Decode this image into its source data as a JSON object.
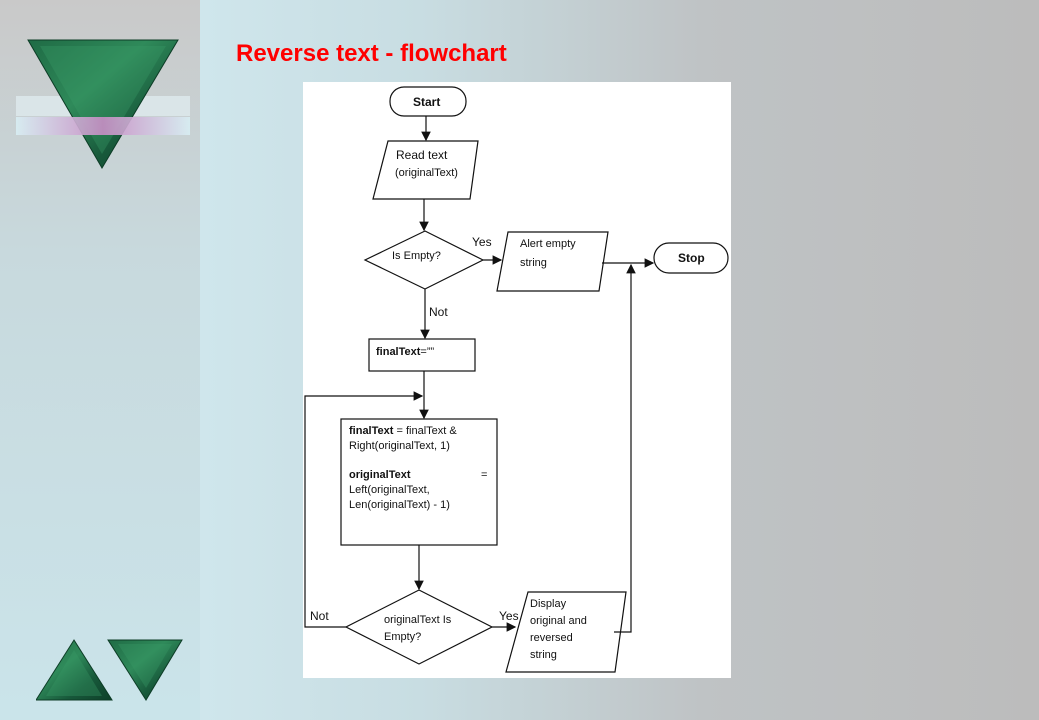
{
  "slide": {
    "title": "Reverse text - flowchart"
  },
  "flowchart": {
    "start": "Start",
    "read_line1": "Read text",
    "read_line2": "(originalText)",
    "is_empty": "Is Empty?",
    "yes_1": "Yes",
    "not_1": "Not",
    "alert_line1": "Alert empty",
    "alert_line2": "string",
    "stop": "Stop",
    "init_var": "finalText",
    "init_value": "=””",
    "proc_var1": "finalText",
    "proc_expr1a": " = finalText &",
    "proc_expr1b": "Right(originalText, 1)",
    "proc_var2": "originalText",
    "proc_eq2": "=",
    "proc_expr2a": "Left(originalText,",
    "proc_expr2b": "Len(originalText) - 1)",
    "loop_line1": "originalText Is",
    "loop_line2": "Empty?",
    "not_2": "Not",
    "yes_2": "Yes",
    "display_line1": "Display",
    "display_line2": "original and",
    "display_line3": "reversed",
    "display_line4": "string"
  }
}
